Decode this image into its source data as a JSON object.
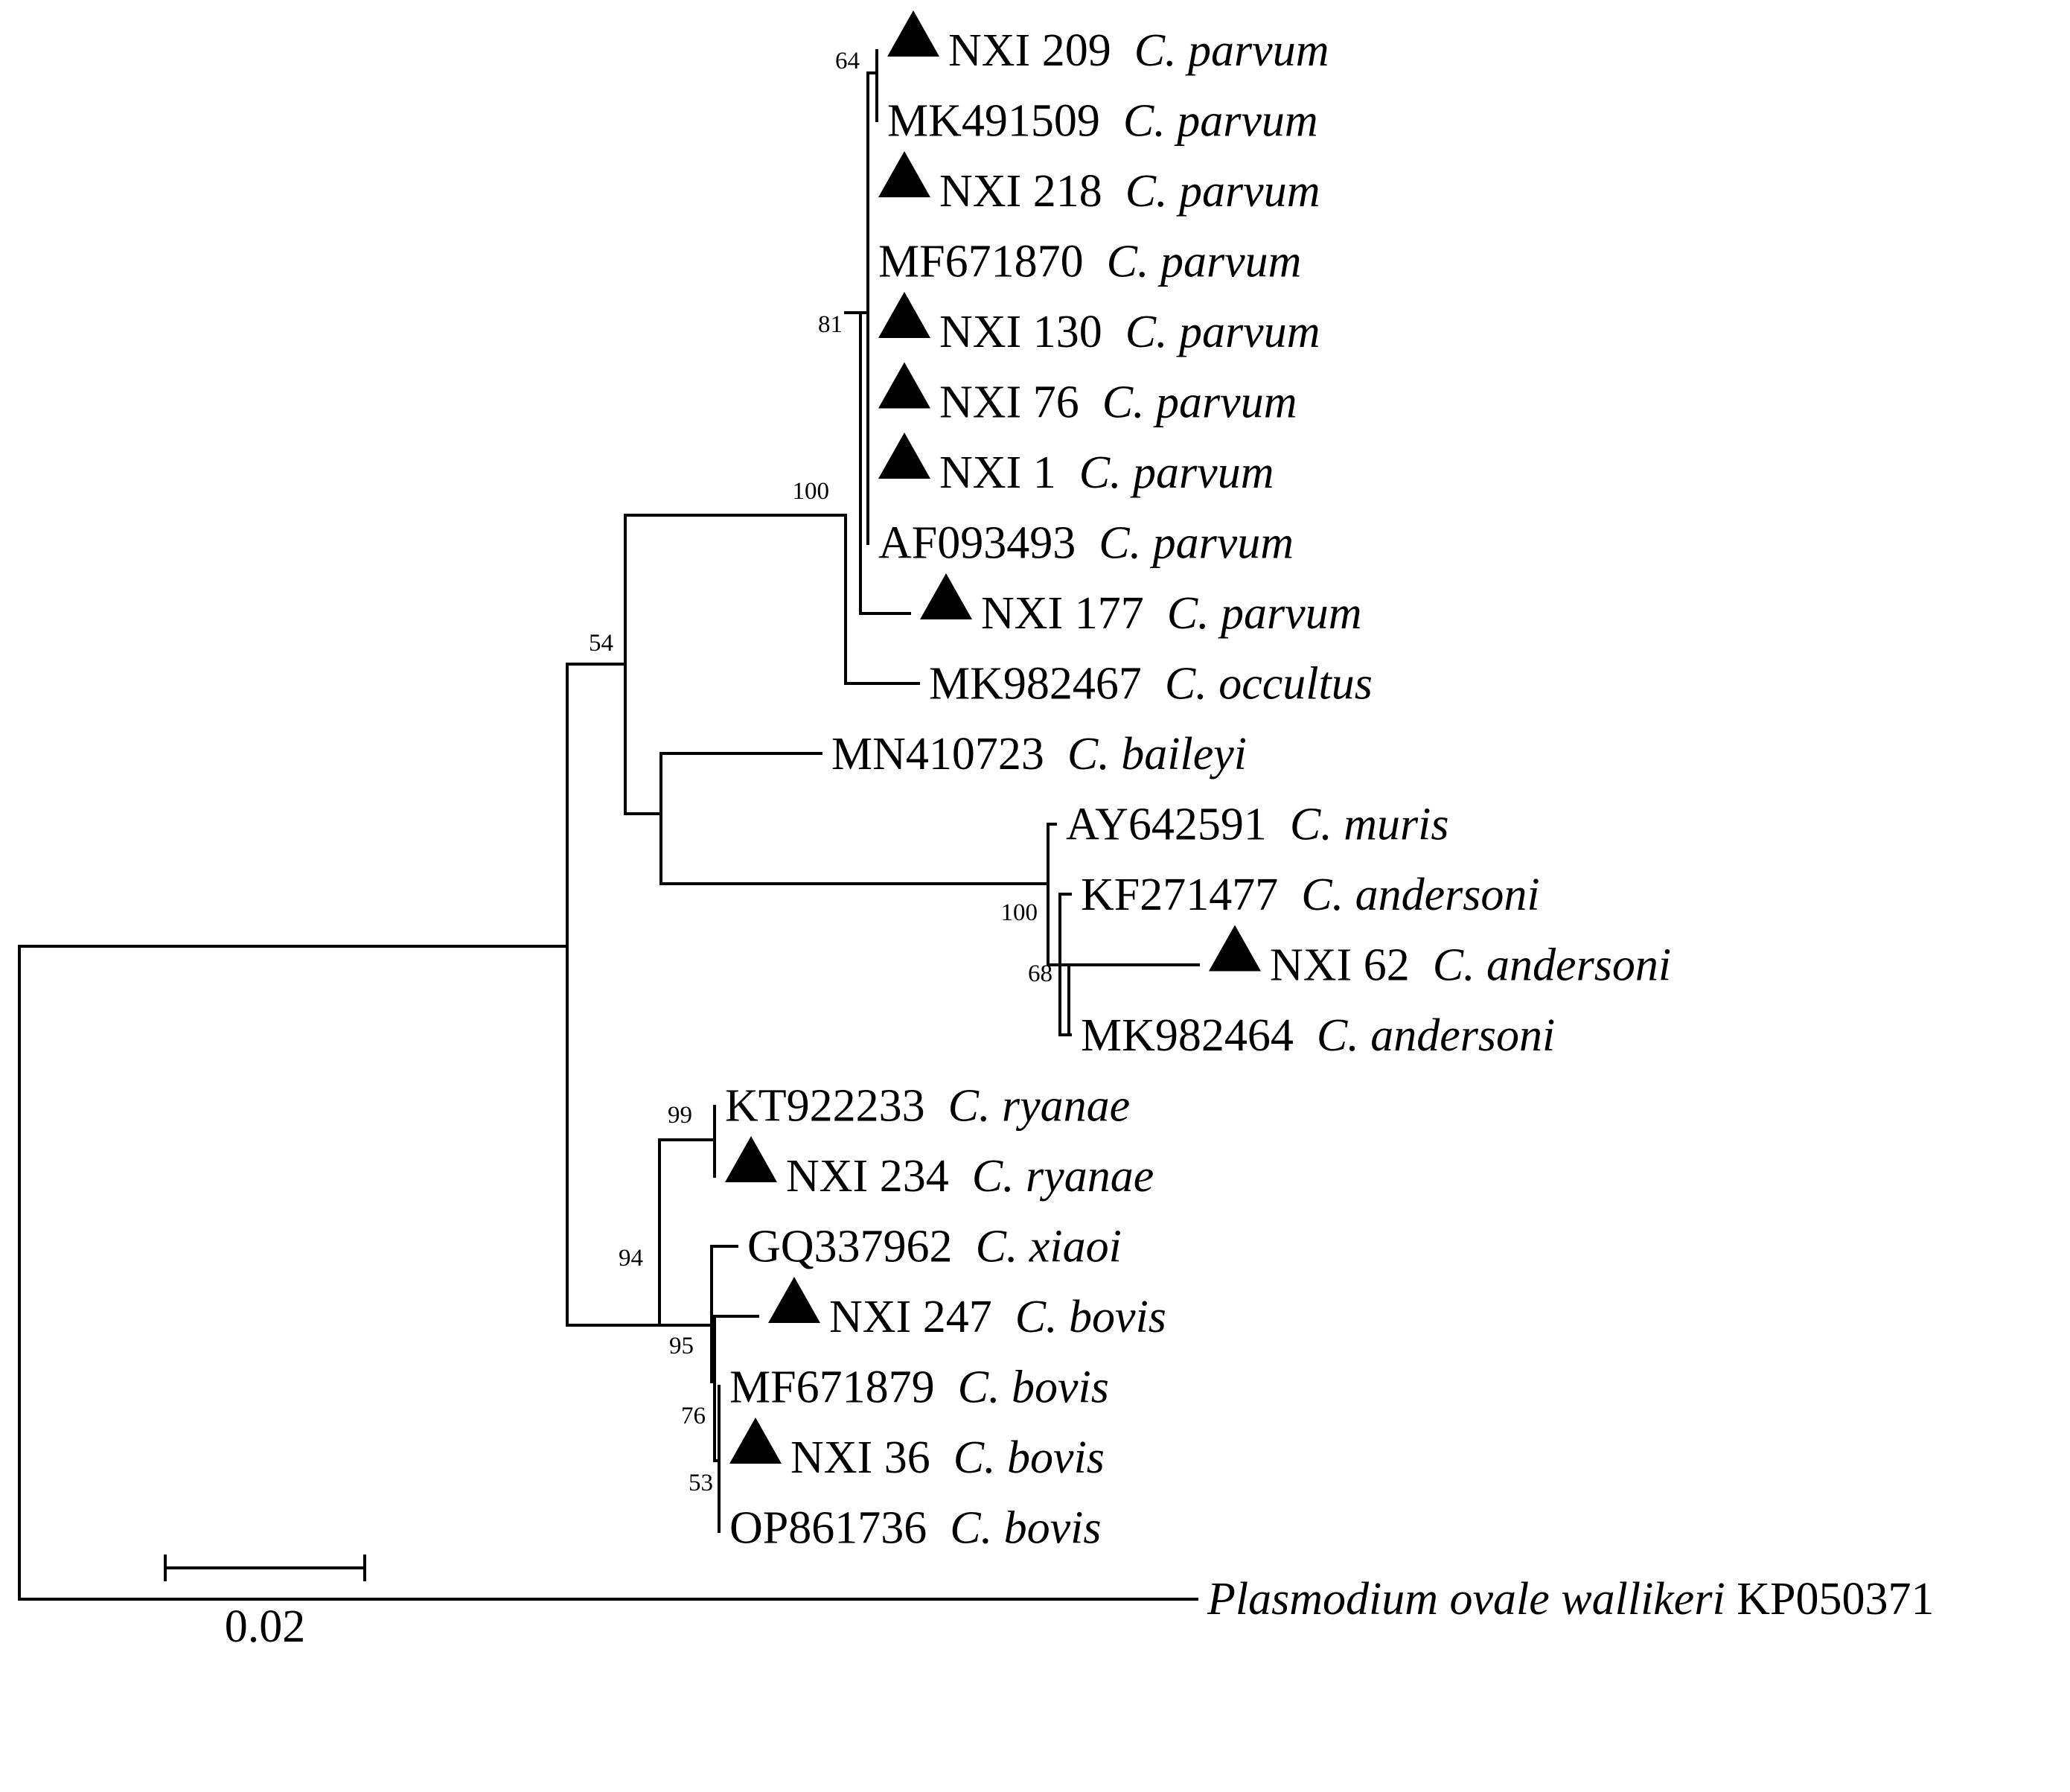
{
  "tree": {
    "marker_color": "#000000",
    "leaves": [
      {
        "id": "L1",
        "accession": "NXI 209",
        "species": "C. parvum",
        "marked": true
      },
      {
        "id": "L2",
        "accession": "MK491509",
        "species": "C. parvum",
        "marked": false
      },
      {
        "id": "L3",
        "accession": "NXI 218",
        "species": "C. parvum",
        "marked": true
      },
      {
        "id": "L4",
        "accession": "MF671870",
        "species": "C. parvum",
        "marked": false
      },
      {
        "id": "L5",
        "accession": "NXI 130",
        "species": "C. parvum",
        "marked": true
      },
      {
        "id": "L6",
        "accession": "NXI 76",
        "species": "C. parvum",
        "marked": true
      },
      {
        "id": "L7",
        "accession": "NXI 1",
        "species": "C. parvum",
        "marked": true
      },
      {
        "id": "L8",
        "accession": "AF093493",
        "species": "C. parvum",
        "marked": false
      },
      {
        "id": "L9",
        "accession": "NXI 177",
        "species": "C. parvum",
        "marked": true
      },
      {
        "id": "L10",
        "accession": "MK982467",
        "species": "C. occultus",
        "marked": false
      },
      {
        "id": "L11",
        "accession": "MN410723",
        "species": "C. baileyi",
        "marked": false
      },
      {
        "id": "L12",
        "accession": "AY642591",
        "species": "C. muris",
        "marked": false
      },
      {
        "id": "L13",
        "accession": "KF271477",
        "species": "C. andersoni",
        "marked": false
      },
      {
        "id": "L14",
        "accession": "NXI 62",
        "species": "C. andersoni",
        "marked": true
      },
      {
        "id": "L15",
        "accession": "MK982464",
        "species": "C. andersoni",
        "marked": false
      },
      {
        "id": "L16",
        "accession": "KT922233",
        "species": "C. ryanae",
        "marked": false
      },
      {
        "id": "L17",
        "accession": "NXI 234",
        "species": "C. ryanae",
        "marked": true
      },
      {
        "id": "L18",
        "accession": "GQ337962",
        "species": "C. xiaoi",
        "marked": false
      },
      {
        "id": "L19",
        "accession": "NXI 247",
        "species": "C. bovis",
        "marked": true
      },
      {
        "id": "L20",
        "accession": "MF671879",
        "species": "C. bovis",
        "marked": false
      },
      {
        "id": "L21",
        "accession": "NXI 36",
        "species": "C. bovis",
        "marked": true
      },
      {
        "id": "L22",
        "accession": "OP861736",
        "species": "C. bovis",
        "marked": false
      },
      {
        "id": "L23",
        "accession": "KP050371",
        "species": "Plasmodium ovale wallikeri",
        "marked": false,
        "species_first": true
      }
    ],
    "bootstrap": [
      {
        "node": "parvum-209",
        "value": "64"
      },
      {
        "node": "parvum-core",
        "value": "81"
      },
      {
        "node": "parvum-occultus",
        "value": "100"
      },
      {
        "node": "upper-clade",
        "value": "54"
      },
      {
        "node": "muris-andersoni",
        "value": "100"
      },
      {
        "node": "andersoni-62",
        "value": "68"
      },
      {
        "node": "ryanae",
        "value": "99"
      },
      {
        "node": "lower-clade",
        "value": "94"
      },
      {
        "node": "xiaoi-bovis",
        "value": "95"
      },
      {
        "node": "bovis-a",
        "value": "76"
      },
      {
        "node": "bovis-b",
        "value": "53"
      }
    ],
    "scale_bar": {
      "label": "0.02"
    }
  }
}
